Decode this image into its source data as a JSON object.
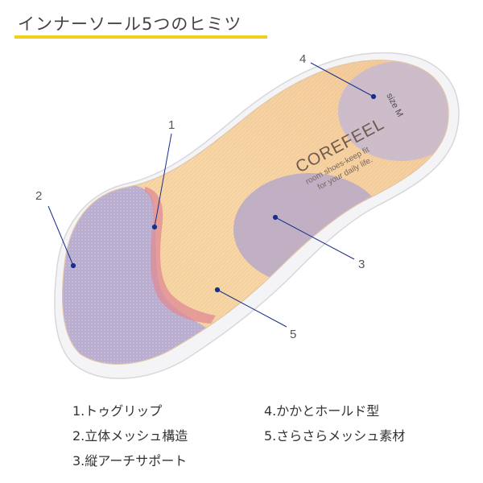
{
  "title": "インナーソール5つのヒミツ",
  "colors": {
    "accent": "#f3cf1c",
    "callout_line": "#1a2f8a"
  },
  "insole": {
    "brand": "COREFEEL",
    "tagline_1": "room shoes-keep fit",
    "tagline_2": "for your daily life.",
    "size_label": "size M"
  },
  "callouts": [
    {
      "number": "1",
      "label": "トゥグリップ"
    },
    {
      "number": "2",
      "label": "立体メッシュ構造"
    },
    {
      "number": "3",
      "label": "縦アーチサポート"
    },
    {
      "number": "4",
      "label": "かかとホールド型"
    },
    {
      "number": "5",
      "label": "さらさらメッシュ素材"
    }
  ],
  "legend": [
    "1.トゥグリップ",
    "2.立体メッシュ構造",
    "3.縦アーチサポート",
    "4.かかとホールド型",
    "5.さらさらメッシュ素材"
  ]
}
